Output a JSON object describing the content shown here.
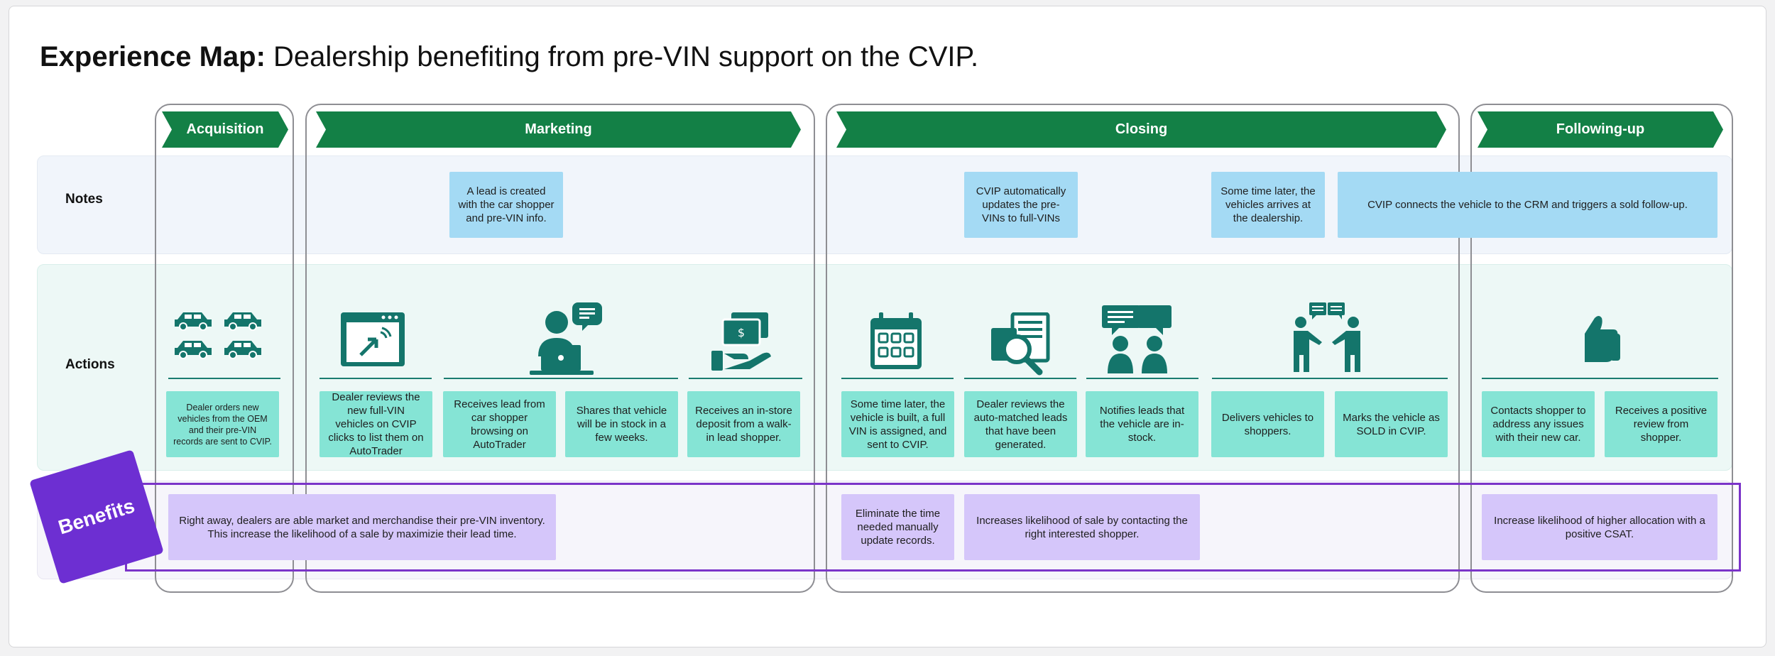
{
  "title": {
    "bold": "Experience Map:",
    "rest": " Dealership benefiting from pre-VIN support on the CVIP."
  },
  "lanes": {
    "notes": "Notes",
    "actions": "Actions",
    "benefits": "Benefits"
  },
  "stages": [
    "Acquisition",
    "Marketing",
    "Closing",
    "Following-up"
  ],
  "notes": [
    "A lead is created with the car shopper and pre-VIN info.",
    "CVIP automatically updates the pre-VINs to full-VINs",
    "Some time later, the vehicles arrives at the dealership.",
    "CVIP connects the vehicle to the CRM and triggers a sold follow-up."
  ],
  "actions": [
    "Dealer orders new vehicles from the OEM and their pre-VIN records are sent to CVIP.",
    "Dealer reviews the new full-VIN vehicles on CVIP clicks to list them on AutoTrader",
    "Receives lead from car shopper browsing on AutoTrader",
    "Shares that vehicle will be in stock in a few weeks.",
    "Receives an in-store deposit from a walk-in lead shopper.",
    "Some time later, the vehicle is built, a full VIN is assigned, and sent to CVIP.",
    "Dealer reviews the auto-matched leads that have been generated.",
    "Notifies leads that the vehicle are in-stock.",
    "Delivers vehicles to shoppers.",
    "Marks the vehicle as SOLD in CVIP.",
    "Contacts shopper to address any issues with their new car.",
    "Receives a positive review from shopper."
  ],
  "benefits": [
    "Right away, dealers are able market and merchandise their pre-VIN inventory. This increase the likelihood of a sale by maximizie their lead time.",
    "Eliminate the time needed manually update records.",
    "Increases likelihood of sale by contacting the right interested shopper.",
    "Increase likelihood of higher allocation with a positive CSAT."
  ],
  "icons": [
    "cars-icon",
    "browser-link-icon",
    "person-laptop-chat-icon",
    "hand-money-icon",
    "calendar-icon",
    "document-magnifier-icon",
    "people-chat-icon",
    "handshake-chat-icon",
    "thumbs-up-icon"
  ],
  "colors": {
    "stage_green": "#138046",
    "action_teal": "#85e4d5",
    "note_blue": "#a4daf4",
    "benefit_purple": "#d5c6fa",
    "benefits_tag": "#6d2fd2",
    "icon_teal": "#14756b"
  }
}
